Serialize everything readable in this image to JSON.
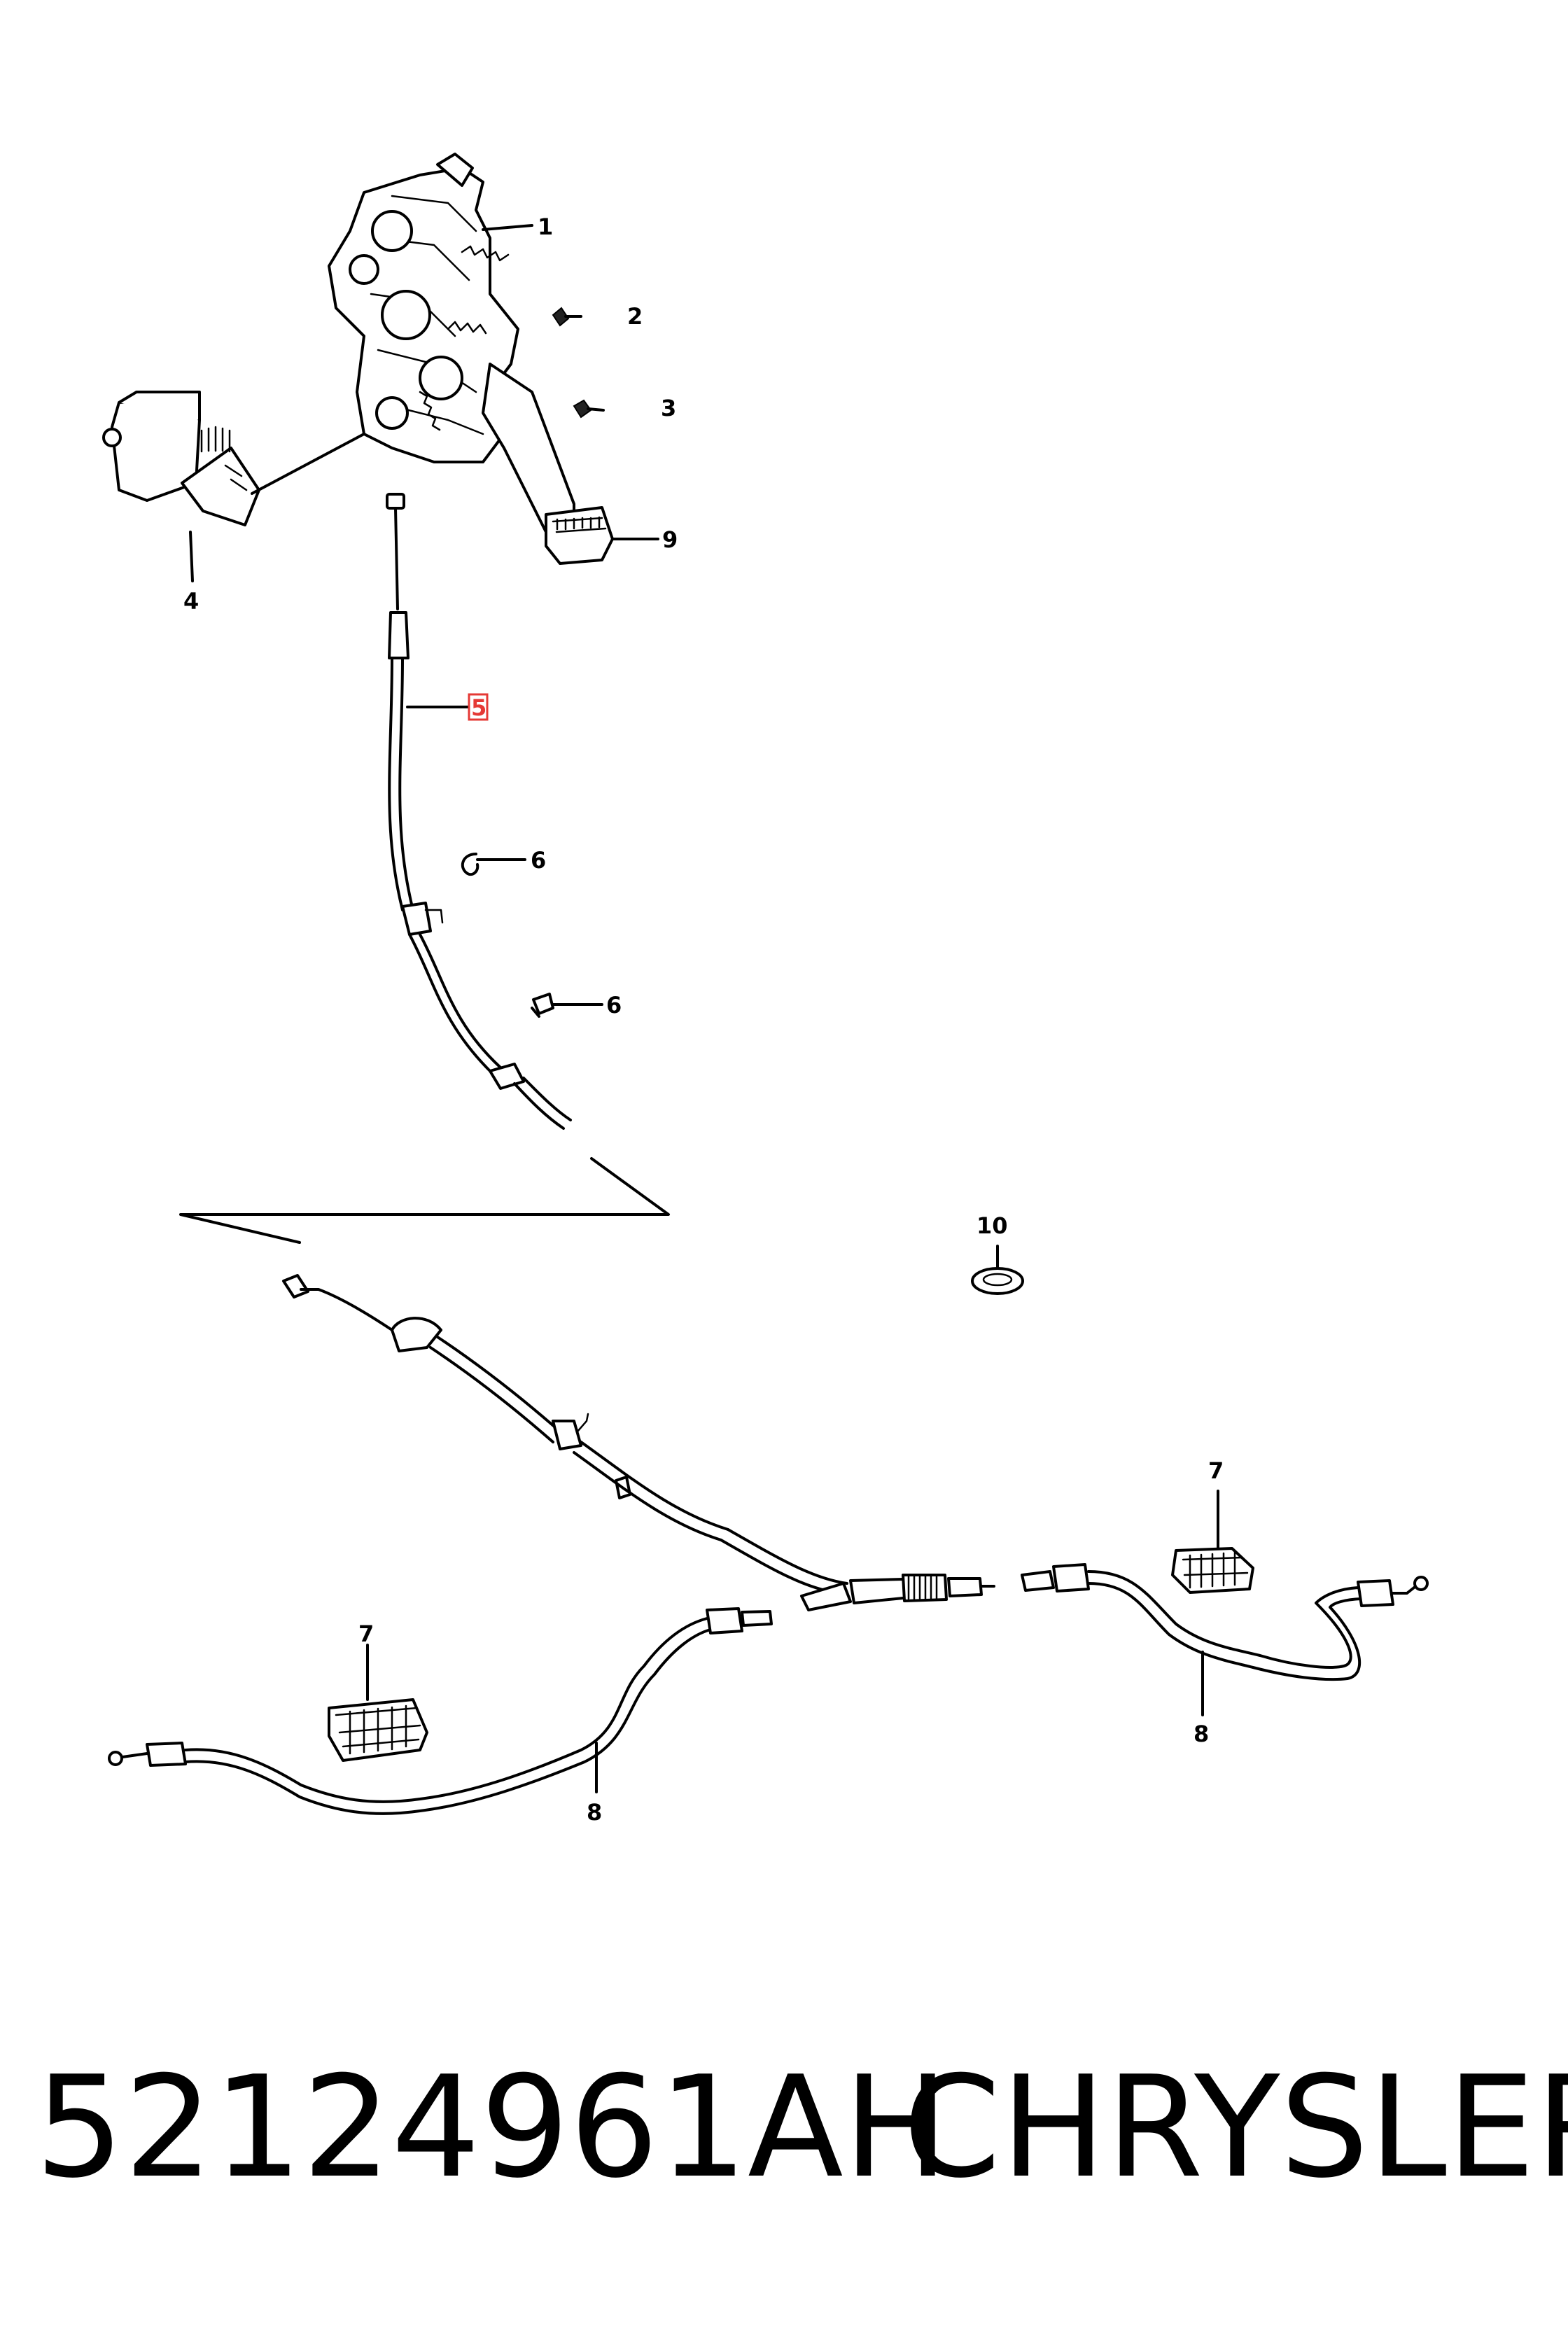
{
  "callouts": [
    {
      "id": "1",
      "label": "1"
    },
    {
      "id": "2",
      "label": "2"
    },
    {
      "id": "3",
      "label": "3"
    },
    {
      "id": "4",
      "label": "4"
    },
    {
      "id": "5",
      "label": "5"
    },
    {
      "id": "6a",
      "label": "6"
    },
    {
      "id": "6b",
      "label": "6"
    },
    {
      "id": "7a",
      "label": "7"
    },
    {
      "id": "7b",
      "label": "7"
    },
    {
      "id": "8a",
      "label": "8"
    },
    {
      "id": "8b",
      "label": "8"
    },
    {
      "id": "9",
      "label": "9"
    },
    {
      "id": "10",
      "label": "10"
    }
  ],
  "highlight": {
    "label": "5",
    "color": "#e53935"
  },
  "footer": {
    "part_number": "52124961AH",
    "brand": "CHRYSLER"
  }
}
